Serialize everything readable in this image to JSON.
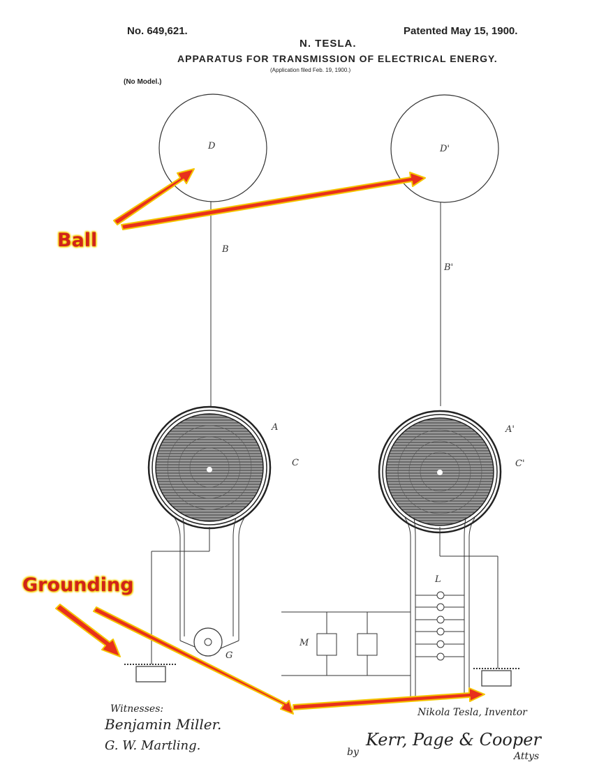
{
  "header": {
    "patent_number": "No. 649,621.",
    "patent_date": "Patented May 15, 1900.",
    "inventor_name": "N. TESLA.",
    "title": "APPARATUS FOR TRANSMISSION OF ELECTRICAL ENERGY.",
    "application": "(Application filed Feb. 19, 1900.)",
    "model_note": "(No Model.)"
  },
  "labels": {
    "D": "D",
    "D_prime": "D'",
    "B": "B",
    "B_prime": "B'",
    "A": "A",
    "A_prime": "A'",
    "C": "C",
    "C_prime": "C'",
    "G": "G",
    "L": "L",
    "M": "M"
  },
  "signatures": {
    "witnesses": "Witnesses:",
    "witness1": "Benjamin Miller.",
    "witness2": "G. W. Martling.",
    "inventor": "Nikola Tesla,  Inventor",
    "by": "by",
    "attorneys": "Kerr, Page & Cooper",
    "attys": "Attys"
  },
  "callouts": {
    "ball": "Ball",
    "grounding": "Grounding"
  },
  "colors": {
    "callout_text": "#d0241a",
    "callout_outline": "#f5d000",
    "arrow_fill": "#e8301c",
    "arrow_outline": "#f5c400",
    "ink": "#222222"
  }
}
